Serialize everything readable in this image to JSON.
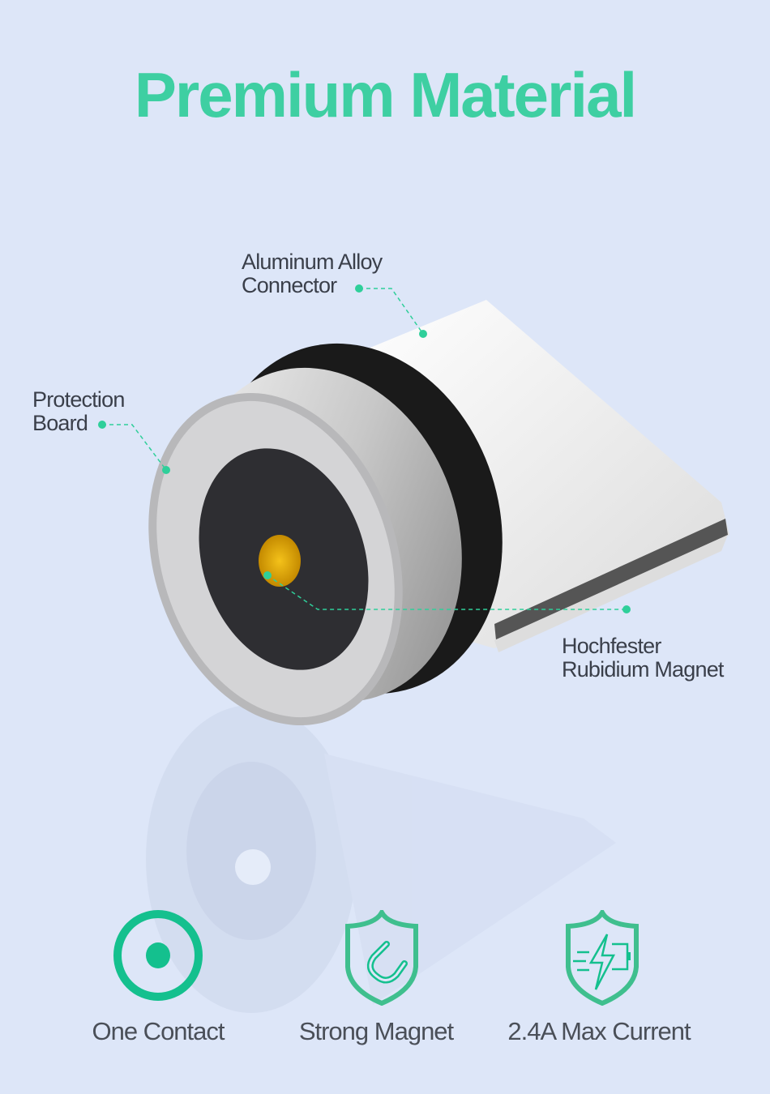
{
  "title": "Premium Material",
  "callouts": {
    "aluminum": [
      "Aluminum Alloy",
      "Connector"
    ],
    "protection": [
      "Protection",
      "Board"
    ],
    "magnet": [
      "Hochfester",
      "Rubidium Magnet"
    ]
  },
  "features": [
    {
      "icon": "one-contact-icon",
      "label": "One Contact"
    },
    {
      "icon": "magnet-shield-icon",
      "label": "Strong Magnet"
    },
    {
      "icon": "battery-shield-icon",
      "label": "2.4A Max Current"
    }
  ],
  "colors": {
    "accent": "#3ecfa2",
    "background": "#dde6f8",
    "icon": "#14c08e"
  }
}
